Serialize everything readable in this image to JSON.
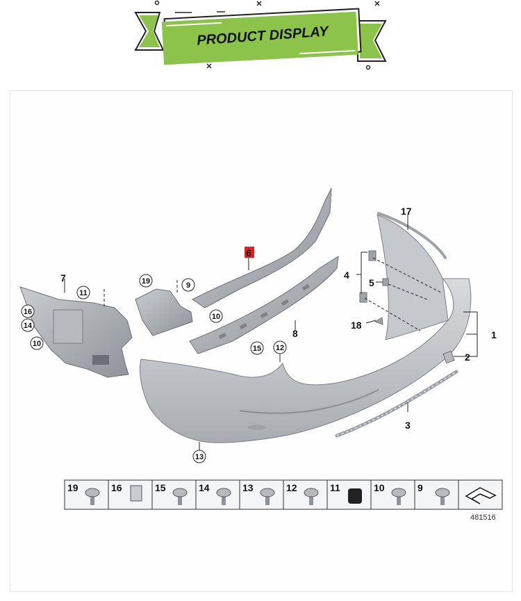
{
  "banner": {
    "title": "PRODUCT DISPLAY",
    "accent": "#8cc34a"
  },
  "diagram": {
    "ref_number": "481516",
    "highlight_color": "#e02020",
    "callouts": {
      "c1": "1",
      "c2": "2",
      "c3": "3",
      "c4": "4",
      "c5": "5",
      "c6": "6",
      "c7": "7",
      "c8": "8",
      "c17": "17",
      "c18": "18"
    },
    "circled": {
      "c9": "9",
      "c10a": "10",
      "c10b": "10",
      "c11": "11",
      "c12": "12",
      "c13": "13",
      "c14": "14",
      "c15": "15",
      "c16": "16",
      "c19": "19"
    },
    "hardware_cells": [
      "19",
      "16",
      "15",
      "14",
      "13",
      "12",
      "11",
      "10",
      "9"
    ]
  }
}
